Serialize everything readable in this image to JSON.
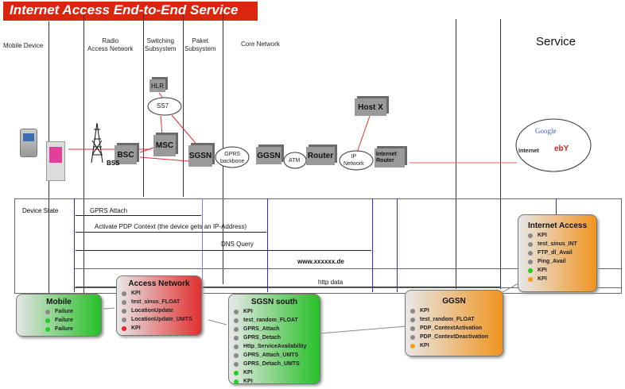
{
  "title": "Internet Access End-to-End Service",
  "columns": [
    {
      "id": "mobile-device",
      "label": "Mobile Device"
    },
    {
      "id": "radio-access-network",
      "label": "Radio\nAccess Network"
    },
    {
      "id": "switching-subsystem",
      "label": "Switching\nSubsystem"
    },
    {
      "id": "paket-subsystem",
      "label": "Paket\nSubsystem"
    },
    {
      "id": "core-network",
      "label": "Core Network"
    },
    {
      "id": "service",
      "label": "Service"
    }
  ],
  "nodes": {
    "hlr": "HLR",
    "msc": "MSC",
    "bsc": "BSC",
    "bss": "BSS",
    "sgsn": "SGSN",
    "ggsn": "GGSN",
    "router": "Router",
    "host_x": "Host X",
    "internet_router": "Internet\nRouter"
  },
  "clouds": {
    "ss7": "SS7",
    "gprs_backbone": "GPRS\nbackbone",
    "atm": "ATM",
    "ip_network": "IP\nNetwork",
    "internet": "Internet",
    "google": "Google",
    "ebay": "ebY"
  },
  "sequence": {
    "device_state": "Device State",
    "messages": [
      "GPRS Attach",
      "Activate PDP Context (the device gets an IP-Address)",
      "DNS Query",
      "www.xxxxxx.de",
      "http data"
    ]
  },
  "status_colors": {
    "gray": "#888888",
    "green": "#22cc22",
    "red": "#ee2222",
    "orange": "#f39a1a"
  },
  "panels": {
    "mobile": {
      "title": "Mobile",
      "items": [
        {
          "label": "Failure",
          "status": "gray"
        },
        {
          "label": "Failure",
          "status": "green"
        },
        {
          "label": "Failure",
          "status": "green"
        }
      ]
    },
    "access_network": {
      "title": "Access Network",
      "items": [
        {
          "label": "KPI",
          "status": "gray"
        },
        {
          "label": "test_sinus_FLOAT",
          "status": "gray"
        },
        {
          "label": "LocationUpdate",
          "status": "gray"
        },
        {
          "label": "LocationUpdate_UMTS",
          "status": "gray"
        },
        {
          "label": "KPI",
          "status": "red"
        }
      ]
    },
    "sgsn_south": {
      "title": "SGSN south",
      "items": [
        {
          "label": "KPI",
          "status": "gray"
        },
        {
          "label": "test_random_FLOAT",
          "status": "gray"
        },
        {
          "label": "GPRS_Attach",
          "status": "gray"
        },
        {
          "label": "GPRS_Detach",
          "status": "gray"
        },
        {
          "label": "Http_ServiceAvailability",
          "status": "gray"
        },
        {
          "label": "GPRS_Attach_UMTS",
          "status": "gray"
        },
        {
          "label": "GPRS_Detach_UMTS",
          "status": "gray"
        },
        {
          "label": "KPI",
          "status": "green"
        },
        {
          "label": "KPI",
          "status": "green"
        }
      ]
    },
    "ggsn": {
      "title": "GGSN",
      "items": [
        {
          "label": "KPI",
          "status": "gray"
        },
        {
          "label": "test_random_FLOAT",
          "status": "gray"
        },
        {
          "label": "PDP_ContextActivation",
          "status": "gray"
        },
        {
          "label": "PDP_ContextDeactivation",
          "status": "gray"
        },
        {
          "label": "KPI",
          "status": "orange"
        }
      ]
    },
    "internet_access": {
      "title": "Internet Access",
      "items": [
        {
          "label": "KPI",
          "status": "gray"
        },
        {
          "label": "test_sinus_INT",
          "status": "gray"
        },
        {
          "label": "FTP_dl_Avail",
          "status": "gray"
        },
        {
          "label": "Ping_Avail",
          "status": "gray"
        },
        {
          "label": "KPI",
          "status": "green"
        },
        {
          "label": "KPI",
          "status": "orange"
        }
      ]
    }
  }
}
